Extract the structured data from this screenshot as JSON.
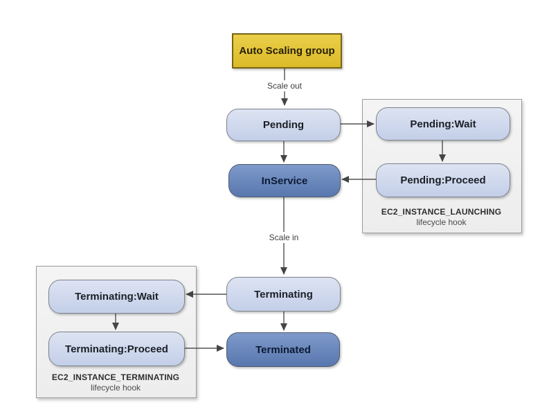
{
  "diagram": {
    "title_hint": "Auto Scaling group lifecycle state diagram",
    "nodes": {
      "asg": {
        "label": "Auto Scaling group",
        "kind": "source"
      },
      "pending": {
        "label": "Pending",
        "kind": "state-light"
      },
      "pending_wait": {
        "label": "Pending:Wait",
        "kind": "state-light"
      },
      "pending_proceed": {
        "label": "Pending:Proceed",
        "kind": "state-light"
      },
      "in_service": {
        "label": "InService",
        "kind": "state-dark"
      },
      "terminating": {
        "label": "Terminating",
        "kind": "state-light"
      },
      "terminating_wait": {
        "label": "Terminating:Wait",
        "kind": "state-light"
      },
      "terminating_proceed": {
        "label": "Terminating:Proceed",
        "kind": "state-light"
      },
      "terminated": {
        "label": "Terminated",
        "kind": "state-dark"
      }
    },
    "edges": [
      {
        "from": "asg",
        "to": "pending",
        "label": "Scale out"
      },
      {
        "from": "pending",
        "to": "pending_wait",
        "label": ""
      },
      {
        "from": "pending",
        "to": "in_service",
        "label": ""
      },
      {
        "from": "pending_wait",
        "to": "pending_proceed",
        "label": ""
      },
      {
        "from": "pending_proceed",
        "to": "in_service",
        "label": ""
      },
      {
        "from": "in_service",
        "to": "terminating",
        "label": "Scale in"
      },
      {
        "from": "terminating",
        "to": "terminating_wait",
        "label": ""
      },
      {
        "from": "terminating_wait",
        "to": "terminating_proceed",
        "label": ""
      },
      {
        "from": "terminating",
        "to": "terminated",
        "label": ""
      },
      {
        "from": "terminating_proceed",
        "to": "terminated",
        "label": ""
      }
    ],
    "edge_labels": {
      "scale_out": "Scale out",
      "scale_in": "Scale in"
    },
    "panels": {
      "launching": {
        "title": "EC2_INSTANCE_LAUNCHING",
        "subtitle": "lifecycle hook"
      },
      "terminating": {
        "title": "EC2_INSTANCE_TERMINATING",
        "subtitle": "lifecycle hook"
      }
    },
    "colors": {
      "asg_fill_top": "#ebcf4a",
      "asg_fill_bottom": "#dcba28",
      "asg_border": "#766413",
      "state_light_top": "#dde3f2",
      "state_light_bottom": "#c3cfe8",
      "state_dark_top": "#7f9aca",
      "state_dark_bottom": "#5877ae",
      "state_border": "#7d818c",
      "panel_fill": "#f1f1f2",
      "panel_border": "#9b9b9b",
      "arrow": "#4a4a4a",
      "background": "#ffffff"
    }
  }
}
